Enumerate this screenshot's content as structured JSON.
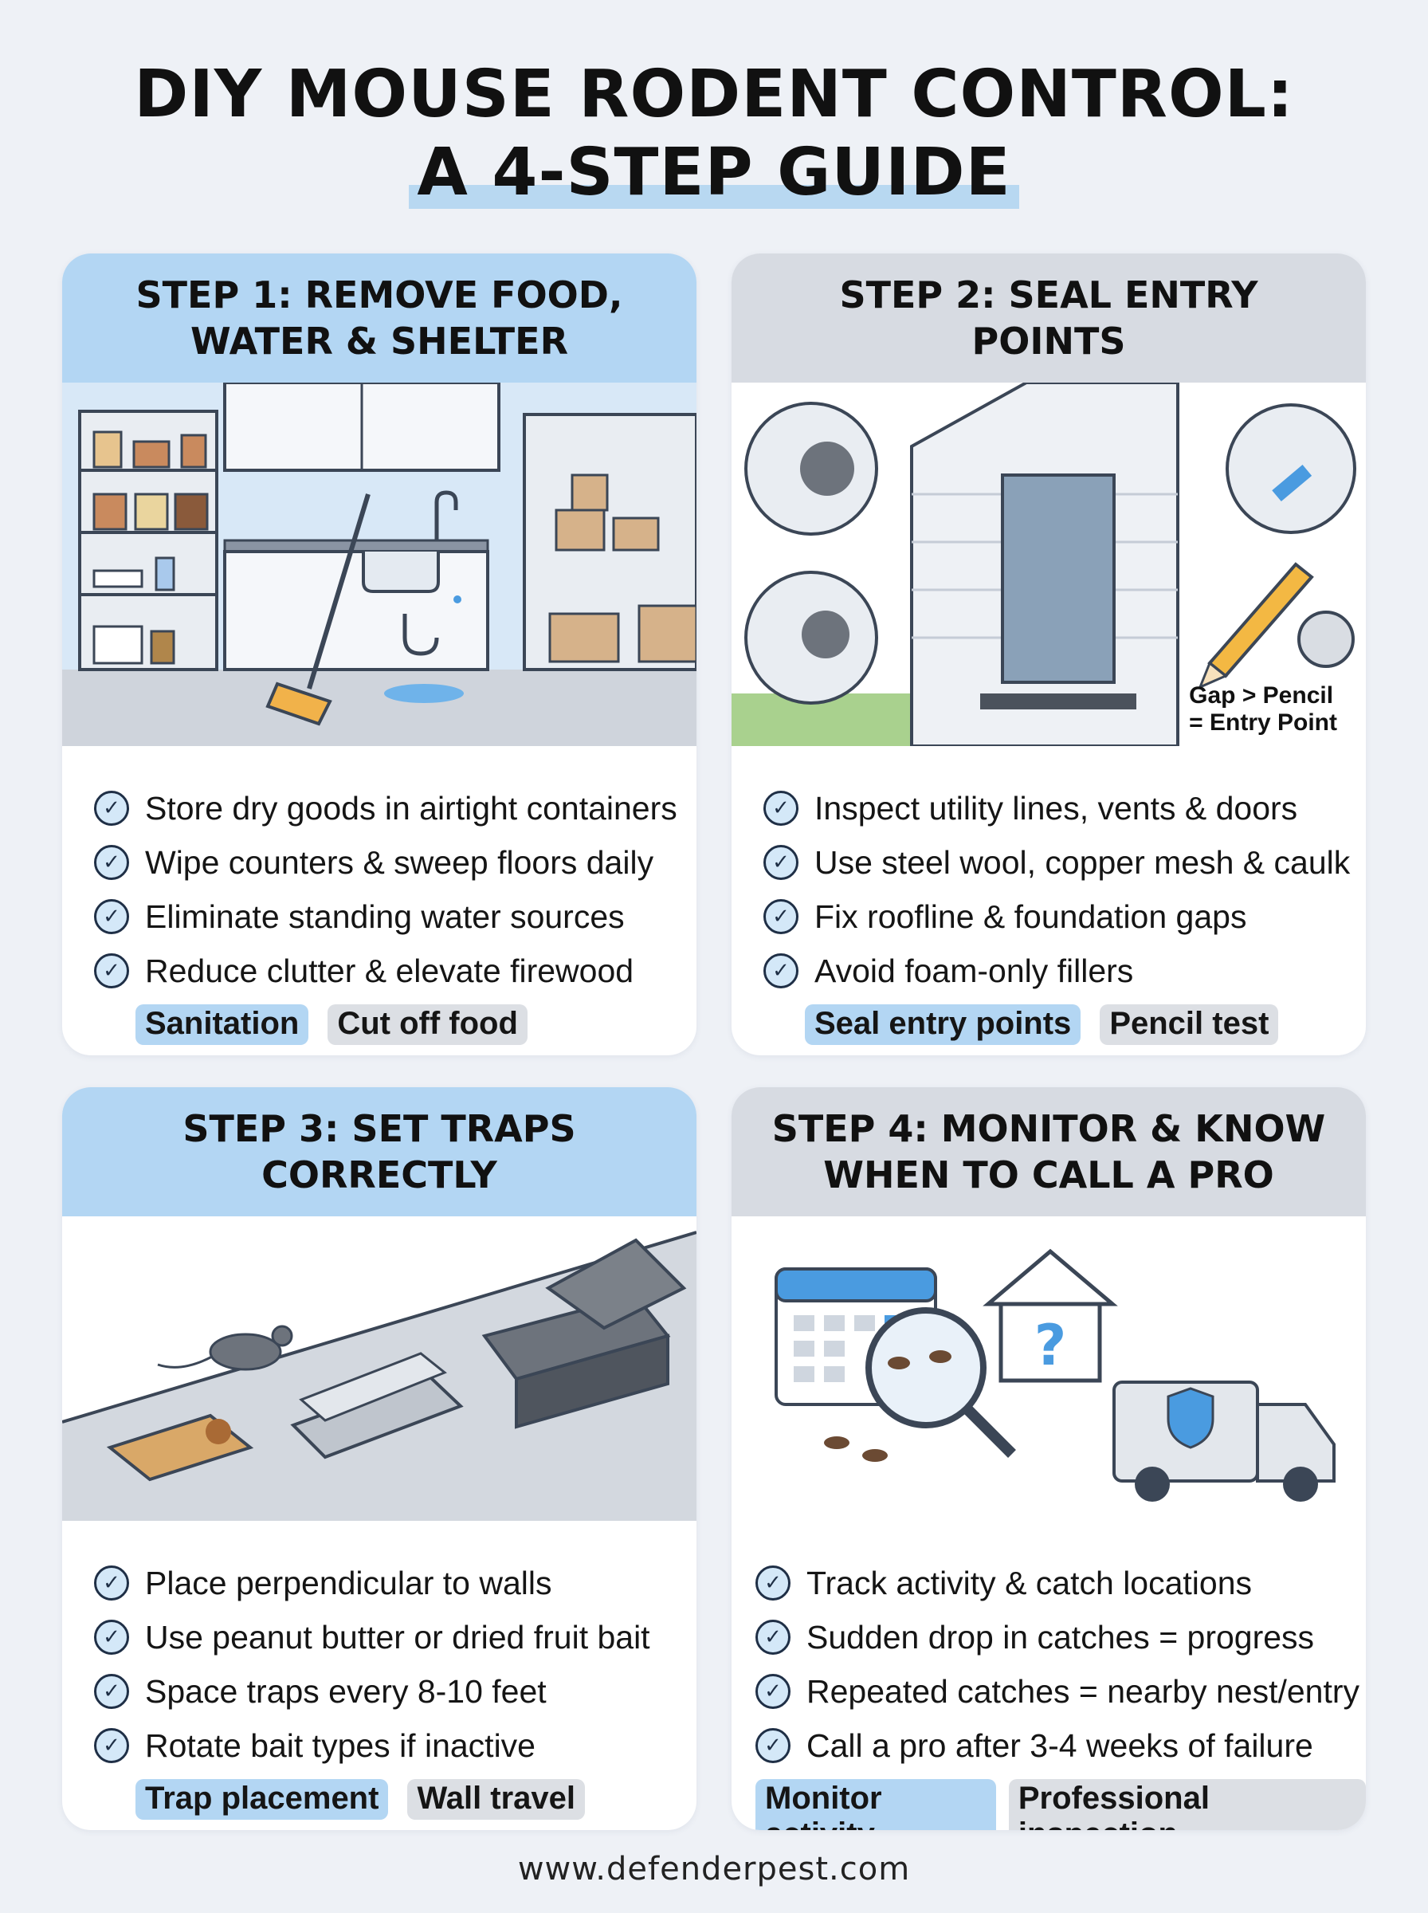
{
  "title": {
    "line1": "DIY MOUSE RODENT CONTROL:",
    "line2": "A 4-STEP GUIDE"
  },
  "steps": [
    {
      "heading_line1": "STEP 1: REMOVE FOOD,",
      "heading_line2": "WATER & SHELTER",
      "items": [
        "Store dry goods in airtight containers",
        "Wipe counters & sweep floors daily",
        "Eliminate standing water sources",
        "Reduce clutter & elevate firewood"
      ],
      "tags": [
        "Sanitation",
        "Cut off food"
      ]
    },
    {
      "heading_line1": "STEP 2: SEAL ENTRY POINTS",
      "heading_line2": "",
      "illustration_label_line1": "Gap > Pencil",
      "illustration_label_line2": "= Entry Point",
      "items": [
        "Inspect utility lines, vents & doors",
        "Use steel wool, copper mesh & caulk",
        "Fix roofline & foundation gaps",
        "Avoid foam-only fillers"
      ],
      "tags": [
        "Seal entry points",
        "Pencil test"
      ]
    },
    {
      "heading_line1": "STEP 3: SET TRAPS",
      "heading_line2": "CORRECTLY",
      "items": [
        "Place perpendicular to walls",
        "Use peanut butter or dried fruit bait",
        "Space traps every 8-10 feet",
        "Rotate bait types if inactive"
      ],
      "tags": [
        "Trap placement",
        "Wall travel"
      ]
    },
    {
      "heading_line1": "STEP 4: MONITOR & KNOW",
      "heading_line2": "WHEN TO CALL A PRO",
      "items": [
        "Track activity & catch locations",
        "Sudden drop in catches = progress",
        "Repeated catches = nearby nest/entry",
        "Call a pro after 3-4 weeks of failure"
      ],
      "tags": [
        "Monitor activity",
        "Professional inspection"
      ]
    }
  ],
  "check_icon": "check-circle-icon",
  "colors": {
    "accent_blue": "#b3d6f3",
    "accent_gray": "#d7dbe2",
    "background": "#eef1f6"
  },
  "footer": "www.defenderpest.com"
}
